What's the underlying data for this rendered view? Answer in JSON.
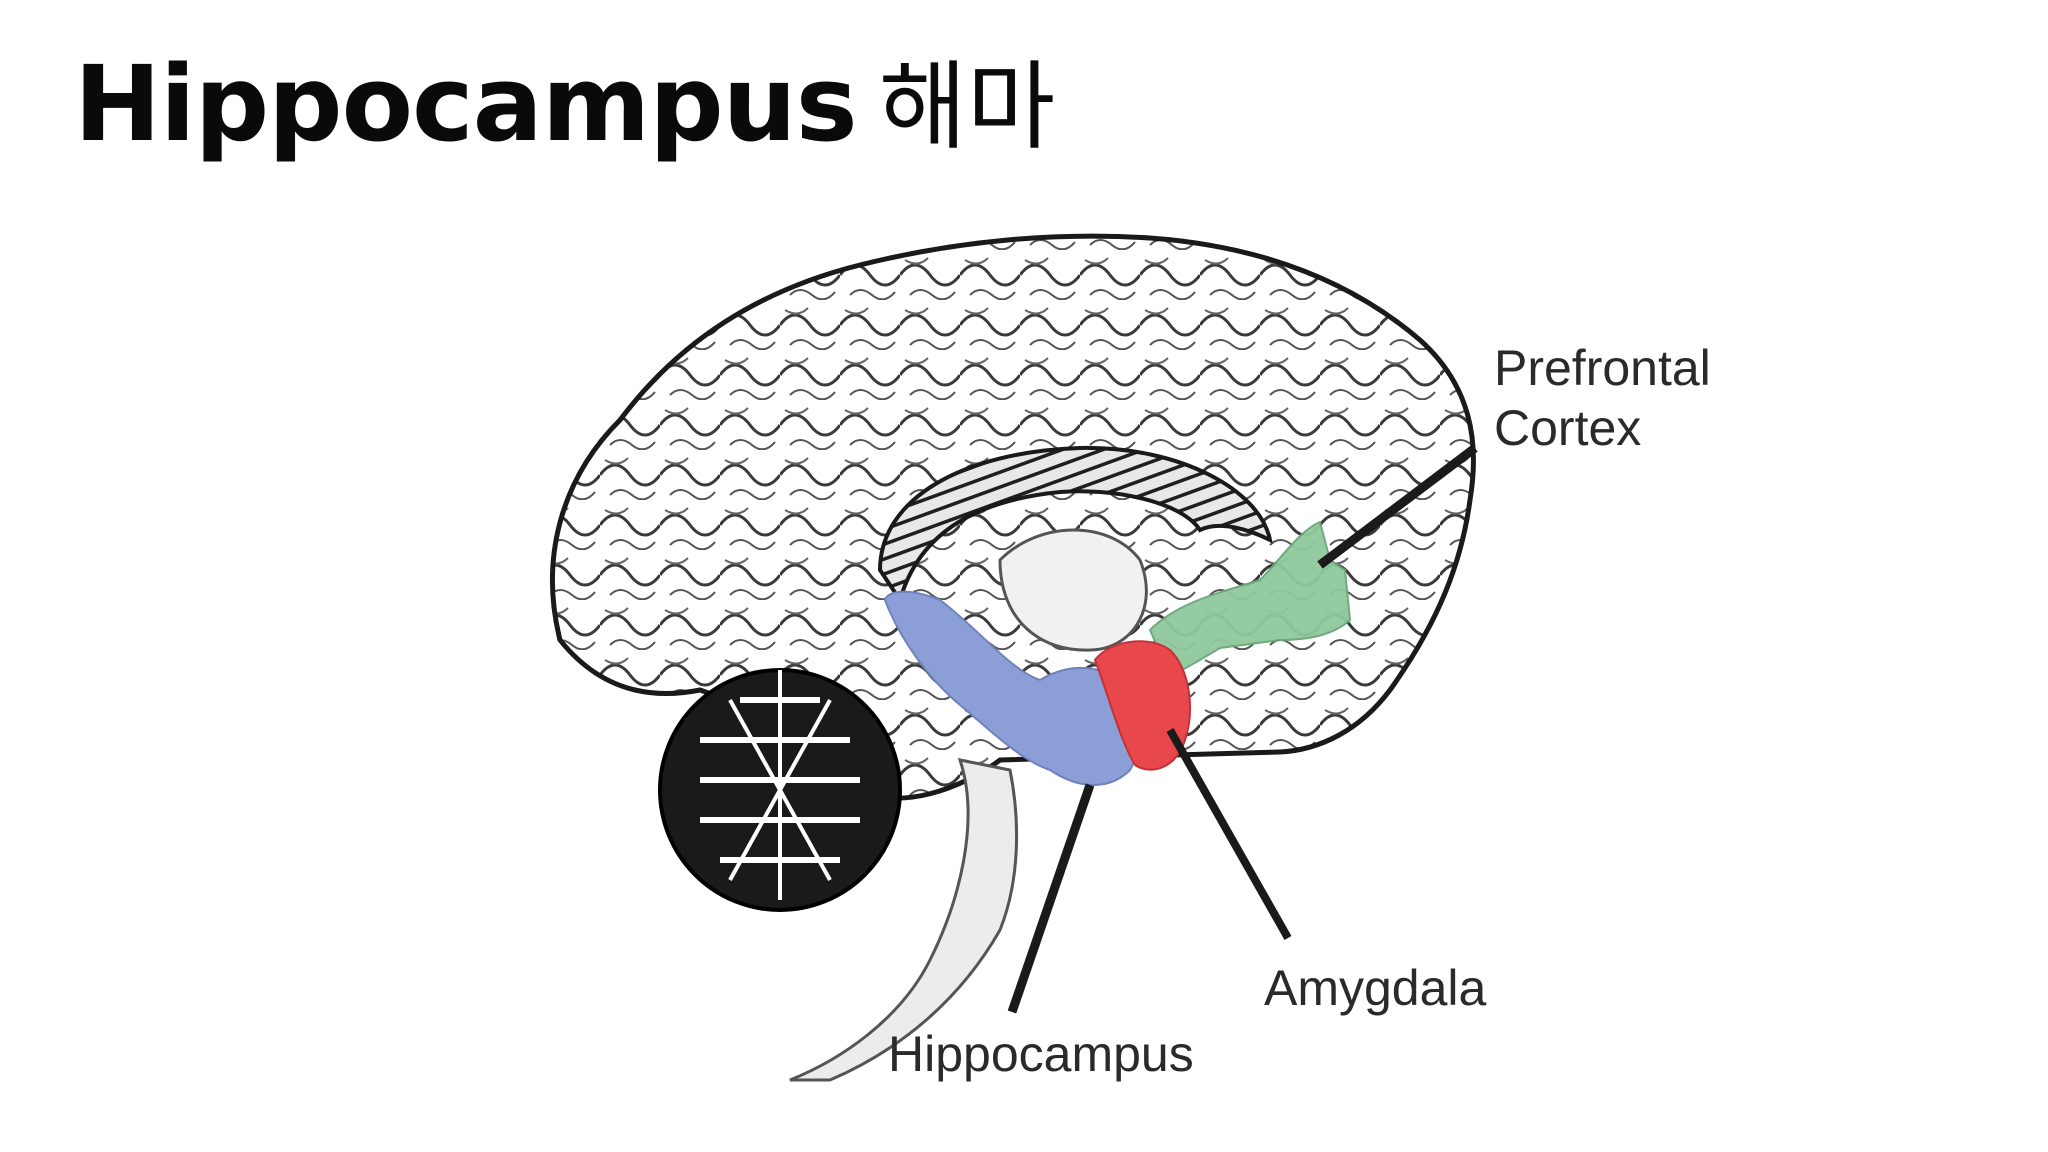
{
  "title": {
    "english": "Hippocampus",
    "korean": "해마"
  },
  "labels": {
    "prefrontal_line1": "Prefrontal",
    "prefrontal_line2": "Cortex",
    "amygdala": "Amygdala",
    "hippocampus": "Hippocampus"
  },
  "colors": {
    "prefrontal_cortex": "#8fc99c",
    "amygdala": "#e8474c",
    "hippocampus": "#8b9fd6"
  }
}
